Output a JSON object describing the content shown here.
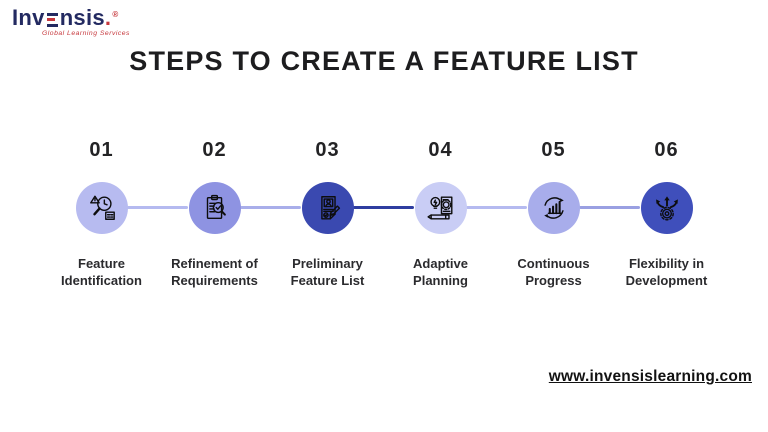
{
  "logo": {
    "brand_prefix": "Inv",
    "brand_suffix": "nsis",
    "brand_dot": ".",
    "tagline": "Global Learning Services",
    "brand_navy": "#232a61",
    "brand_red": "#c6373c"
  },
  "title": "STEPS TO CREATE A FEATURE LIST",
  "steps": [
    {
      "number": "01",
      "label": "Feature Identification",
      "icon": "magnifier-clock-warning-icon",
      "circle_color": "#b7bbf0"
    },
    {
      "number": "02",
      "label": "Refinement of Requirements",
      "icon": "clipboard-check-magnifier-icon",
      "circle_color": "#8e93e2"
    },
    {
      "number": "03",
      "label": "Preliminary Feature List",
      "icon": "document-person-pencil-icon",
      "circle_color": "#3a49b0"
    },
    {
      "number": "04",
      "label": "Adaptive Planning",
      "icon": "idea-gear-document-icon",
      "circle_color": "#c9cdf5"
    },
    {
      "number": "05",
      "label": "Continuous Progress",
      "icon": "cycle-growth-chart-icon",
      "circle_color": "#a8adeb"
    },
    {
      "number": "06",
      "label": "Flexibility in Development",
      "icon": "gear-direction-arrows-icon",
      "circle_color": "#3f4fbb"
    }
  ],
  "connector_colors": [
    "#b5baf0",
    "#a9aeea",
    "#2e3da0",
    "#b5baf0",
    "#9aa0e2"
  ],
  "footer": {
    "website_url": "www.invensislearning.com"
  }
}
